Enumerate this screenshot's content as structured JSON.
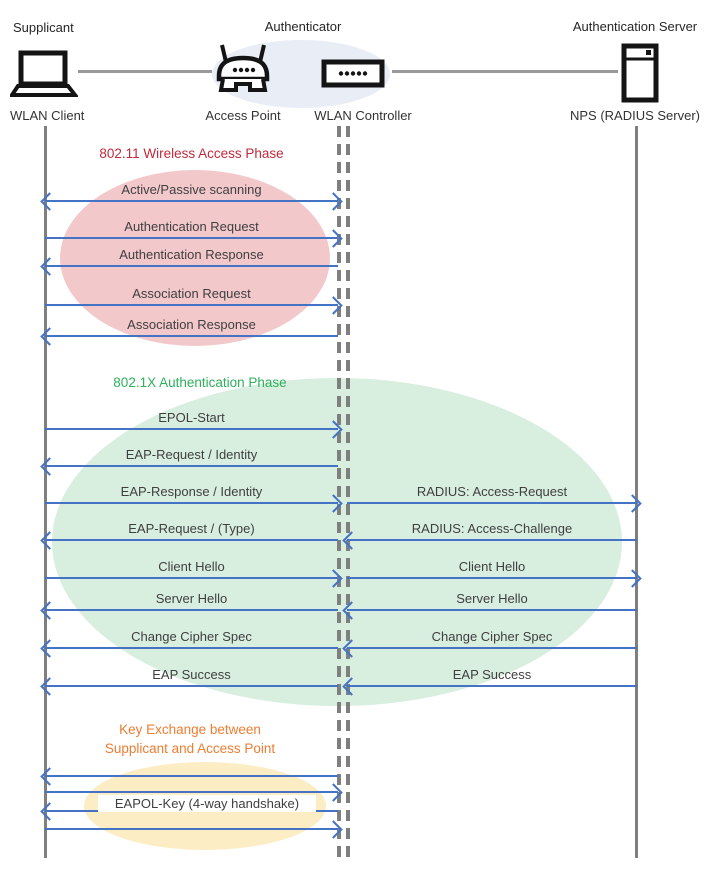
{
  "header": {
    "supplicant_role": "Supplicant",
    "authenticator_role": "Authenticator",
    "auth_server_role": "Authentication Server",
    "wlan_client": "WLAN Client",
    "access_point": "Access Point",
    "wlan_controller": "WLAN Controller",
    "nps": "NPS (RADIUS Server)"
  },
  "phases": {
    "wireless_access": {
      "title": "802.11 Wireless Access Phase",
      "title_color": "#C02B3C",
      "fill": "#F2C8CB"
    },
    "authentication": {
      "title": "802.1X Authentication Phase",
      "title_color": "#2EB05C",
      "fill": "#D8EEDF"
    },
    "key_exchange": {
      "title_line1": "Key Exchange between",
      "title_line2": "Supplicant and Access Point",
      "title_color": "#ED7D31",
      "fill": "#FCEDC5"
    }
  },
  "messages": {
    "scanning": "Active/Passive scanning",
    "auth_request": "Authentication Request",
    "auth_response": "Authentication Response",
    "assoc_request": "Association Request",
    "assoc_response": "Association Response",
    "epol_start": "EPOL-Start",
    "eap_request_identity": "EAP-Request / Identity",
    "eap_response_identity": "EAP-Response / Identity",
    "radius_access_request": "RADIUS: Access-Request",
    "eap_request_type": "EAP-Request / (Type)",
    "radius_access_challenge": "RADIUS: Access-Challenge",
    "client_hello": "Client Hello",
    "server_hello": "Server Hello",
    "change_cipher_spec": "Change Cipher Spec",
    "eap_success": "EAP Success",
    "eapol_key": "EAPOL-Key (4-way handshake)"
  },
  "colors": {
    "arrow": "#4472C4",
    "lifeline": "#7F7F7F",
    "authenticator_bg": "#E9EDF6"
  }
}
